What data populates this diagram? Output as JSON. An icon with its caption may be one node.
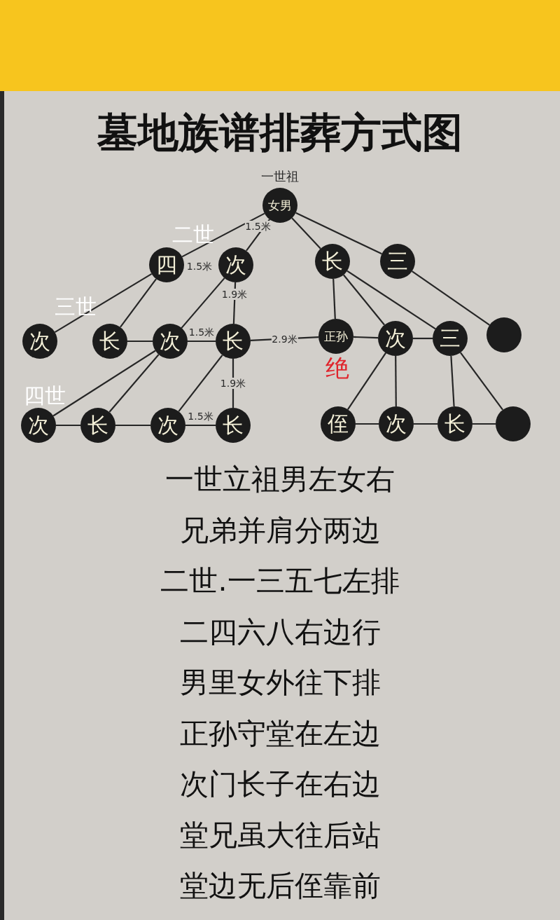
{
  "diagram": {
    "title": "墓地族谱排葬方式图",
    "nodes": [
      {
        "text": [
          "女男"
        ],
        "beside": [
          "一世祖"
        ]
      },
      {
        "text": [
          "四"
        ]
      },
      {
        "text": [
          "次"
        ]
      },
      {
        "text": [
          "长"
        ]
      },
      {
        "text": [
          "三"
        ]
      },
      {
        "text": [
          "次"
        ]
      },
      {
        "text": [
          "长"
        ]
      },
      {
        "text": [
          "次"
        ]
      },
      {
        "text": [
          "长"
        ]
      },
      {
        "text": [
          "正孙"
        ],
        "beside": [
          "绝"
        ]
      },
      {
        "text": [
          "次"
        ]
      },
      {
        "text": [
          "三"
        ]
      },
      {
        "text": [],
        "shape": "circle"
      },
      {
        "text": [
          "次"
        ]
      },
      {
        "text": [
          "长"
        ]
      },
      {
        "text": [
          "次"
        ]
      },
      {
        "text": [
          "长"
        ]
      },
      {
        "text": [
          "侄"
        ]
      },
      {
        "text": [
          "次"
        ]
      },
      {
        "text": [
          "长"
        ]
      },
      {
        "text": [],
        "shape": "circle"
      }
    ],
    "edges": [
      {
        "from": 0,
        "to": 1,
        "arrow": "none"
      },
      {
        "from": 0,
        "to": 2,
        "arrow": "none",
        "label": "1.5米"
      },
      {
        "from": 0,
        "to": 3,
        "arrow": "none"
      },
      {
        "from": 0,
        "to": 4,
        "arrow": "none"
      },
      {
        "from": 1,
        "to": 5,
        "arrow": "none"
      },
      {
        "from": 1,
        "to": 6,
        "arrow": "none"
      },
      {
        "from": 2,
        "to": 7,
        "arrow": "none"
      },
      {
        "from": 2,
        "to": 8,
        "arrow": "none",
        "label": "1.9米"
      },
      {
        "from": 3,
        "to": 9,
        "arrow": "none"
      },
      {
        "from": 3,
        "to": 10,
        "arrow": "none"
      },
      {
        "from": 3,
        "to": 11,
        "arrow": "none"
      },
      {
        "from": 4,
        "to": 12,
        "arrow": "none"
      },
      {
        "from": 6,
        "to": 7,
        "arrow": "none"
      },
      {
        "from": 7,
        "to": 8,
        "arrow": "none",
        "label": "1.5米"
      },
      {
        "from": 8,
        "to": 9,
        "arrow": "none",
        "label": "2.9米"
      },
      {
        "from": 9,
        "to": 10,
        "arrow": "none"
      },
      {
        "from": 10,
        "to": 11,
        "arrow": "none"
      },
      {
        "from": 7,
        "to": 13,
        "arrow": "none"
      },
      {
        "from": 7,
        "to": 14,
        "arrow": "none"
      },
      {
        "from": 8,
        "to": 15,
        "arrow": "none"
      },
      {
        "from": 8,
        "to": 16,
        "arrow": "none",
        "label": "1.9米"
      },
      {
        "from": 10,
        "to": 17,
        "arrow": "none"
      },
      {
        "from": 10,
        "to": 18,
        "arrow": "none"
      },
      {
        "from": 11,
        "to": 19,
        "arrow": "none"
      },
      {
        "from": 11,
        "to": 20,
        "arrow": "none"
      },
      {
        "from": 13,
        "to": 14,
        "arrow": "none"
      },
      {
        "from": 14,
        "to": 15,
        "arrow": "none"
      },
      {
        "from": 15,
        "to": 16,
        "arrow": "none",
        "label": "1.5米"
      },
      {
        "from": 17,
        "to": 18,
        "arrow": "none"
      },
      {
        "from": 18,
        "to": 19,
        "arrow": "none"
      },
      {
        "from": 19,
        "to": 20,
        "arrow": "none"
      }
    ],
    "labels": [
      "二世",
      "1.5米",
      "三世",
      "四世",
      "一世立祖男左女右",
      "兄弟并肩分两边",
      "二世.一三五七左排",
      "二四六八右边行",
      "男里女外往下排",
      "正孙守堂在左边",
      "次门长子在右边",
      "堂兄虽大往后站",
      "堂边无后侄靠前"
    ]
  }
}
